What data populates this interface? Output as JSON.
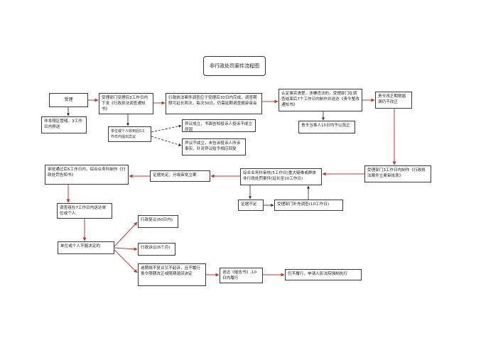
{
  "title": "非行政处罚案件流程图",
  "nodes": {
    "accept": "受理",
    "not_jurisdiction": "非本辖区管辖，3工作日内移送",
    "accept_dept": "受理部门受理后3工作日内下发《行政执法调查通知书》",
    "unit_objection": "单位或个人收到后5工作日内提出异议",
    "objection_valid": "异议成立，书面告知投诉人投诉不成立原因",
    "objection_invalid": "异议不成立，未告诉投诉人所诉事实，针对异议给予相应回复",
    "investigate": "行政执法案件调查应于受理后30日内完成，调查期限可延长两次，每次30日，仍需延期调查报审审会",
    "determine_fact": "认定事实清楚，涉嫌违法的，受理部门在调查结束后7个工作日内制作并送达《责令整改通知书》",
    "order_rectify": "责令当事人15日内予以改正",
    "ordered_no_fix": "责令改正期限届满仍不改正",
    "make_approval": "受理部门3工作日内制作《行政执法案件立案审批表》",
    "legal_review": "综合业务科审核(5工作日)重大疑难或群体非行政处罚案件(延长至10工作日)",
    "evidence_insufficient": "证据不足",
    "supplement": "受理部门补充调查(10工作日)",
    "evidence_adequate": "证据充足，分级审批立案",
    "review_approve": "审批通过后5工作日内，综合业务科制作《行政处罚告知书》",
    "deliver": "调查组在7工作日内送达单位或个人",
    "unit_disagree": "单位或个人不服决定的",
    "reconsider": "行政复议(60日内)",
    "litigation": "行政诉讼(6个月)",
    "overdue": "逾期既不复议又不起诉，且不履行责令限期改正或限期退回决定",
    "decision_book": "送达《催告书》,10日内履行",
    "enforce": "仍不履行，申请人民法院强制执行"
  }
}
